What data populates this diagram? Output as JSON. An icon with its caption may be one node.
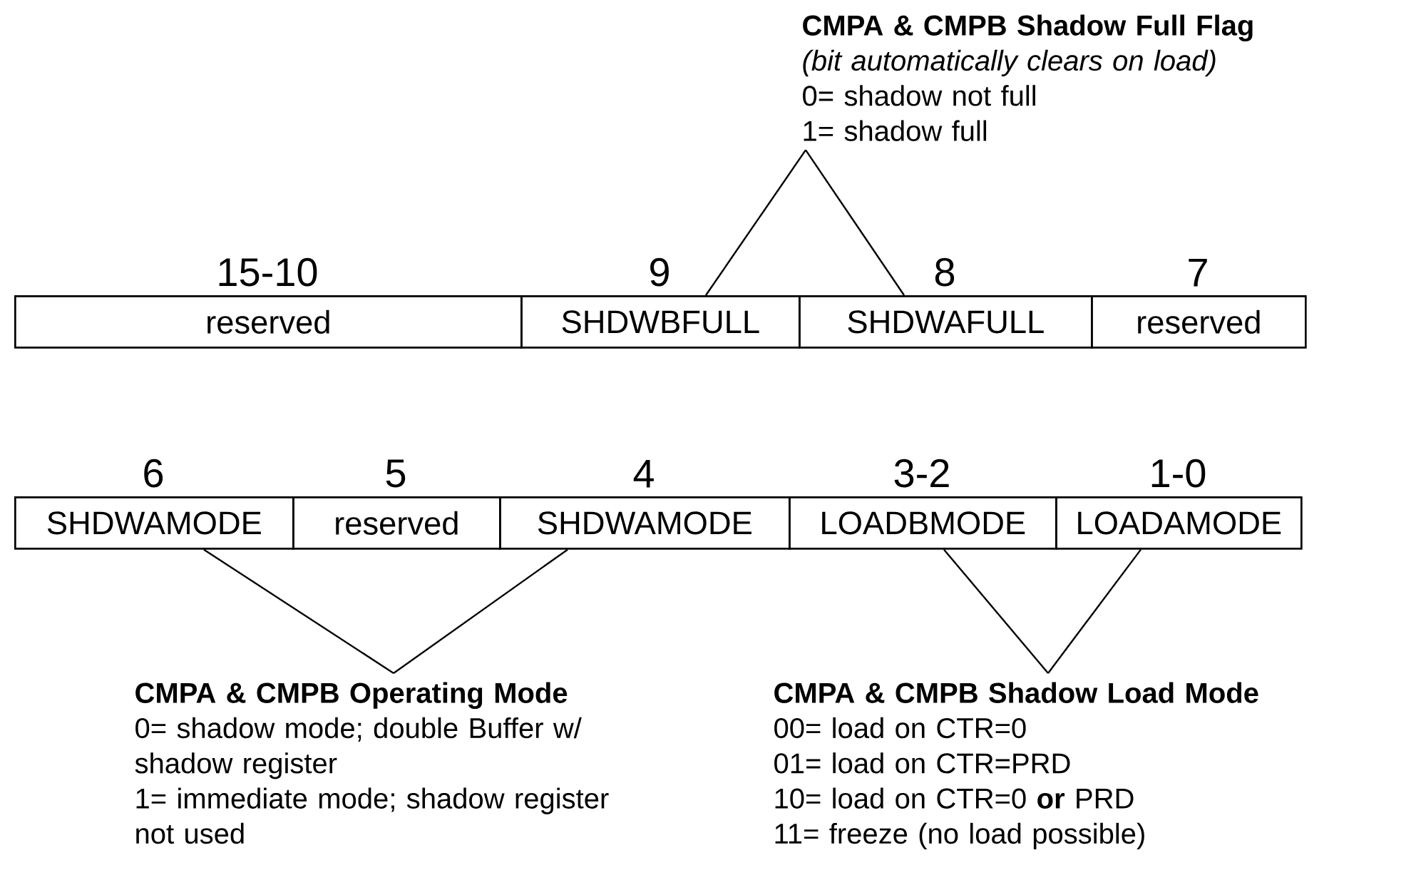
{
  "diagram": {
    "nodes": [
      {
        "text": [
          "reserved"
        ],
        "beside": [
          "15-10"
        ]
      },
      {
        "text": [
          "SHDWBFULL"
        ],
        "beside": [
          "9"
        ]
      },
      {
        "text": [
          "SHDWAFULL"
        ],
        "beside": [
          "8"
        ]
      },
      {
        "text": [
          "reserved"
        ],
        "beside": [
          "7"
        ]
      },
      {
        "text": [
          "SHDWAMODE"
        ],
        "beside": [
          "6"
        ]
      },
      {
        "text": [
          "reserved"
        ],
        "beside": [
          "5"
        ]
      },
      {
        "text": [
          "SHDWAMODE"
        ],
        "beside": [
          "4"
        ]
      },
      {
        "text": [
          "LOADBMODE"
        ],
        "beside": [
          "3-2"
        ]
      },
      {
        "text": [
          "LOADAMODE"
        ],
        "beside": [
          "1-0"
        ]
      },
      {
        "text": [
          "CMPA & CMPB Shadow Full Flag",
          "(bit automatically clears on load)",
          "0= shadow not full",
          "1= shadow full"
        ]
      },
      {
        "text": [
          "CMPA & CMPB Operating Mode",
          "0= shadow mode; double Buffer w/ shadow register",
          "1= immediate mode; shadow register not used"
        ]
      },
      {
        "text": [
          "CMPA & CMPB Shadow Load Mode",
          "00= load on CTR=0",
          "01= load on CTR=PRD",
          "10= load on CTR=0 **or** PRD",
          "11= freeze (no load possible)"
        ]
      }
    ],
    "edges": [
      {
        "from": 1,
        "to": 9,
        "arrow": "none"
      },
      {
        "from": 2,
        "to": 9,
        "arrow": "none"
      },
      {
        "from": 4,
        "to": 10,
        "arrow": "none"
      },
      {
        "from": 6,
        "to": 10,
        "arrow": "none"
      },
      {
        "from": 7,
        "to": 11,
        "arrow": "none"
      },
      {
        "from": 8,
        "to": 11,
        "arrow": "none"
      }
    ]
  }
}
